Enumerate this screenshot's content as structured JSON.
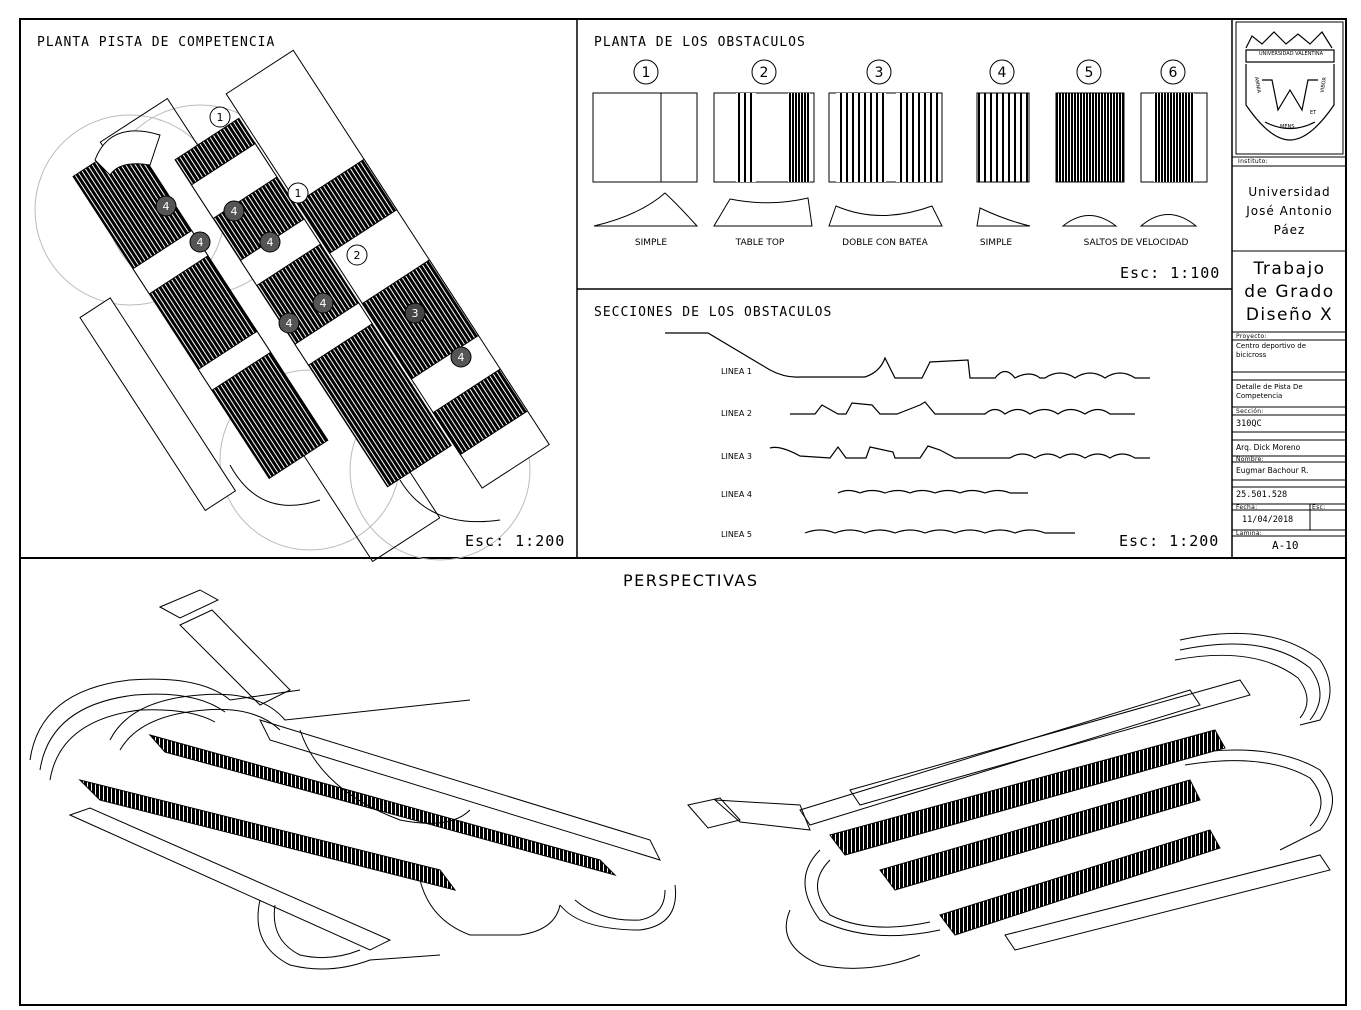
{
  "panels": {
    "planta_pista": {
      "title": "PLANTA PISTA DE COMPETENCIA",
      "scale": "Esc: 1:200",
      "markers": [
        "1",
        "1",
        "2",
        "3",
        "4",
        "4",
        "4",
        "4",
        "4",
        "4",
        "4"
      ]
    },
    "planta_obstaculos": {
      "title": "PLANTA DE LOS OBSTACULOS",
      "scale": "Esc: 1:100",
      "numbers": [
        "1",
        "2",
        "3",
        "4",
        "5",
        "6"
      ],
      "labels": [
        "SIMPLE",
        "TABLE TOP",
        "DOBLE CON BATEA",
        "SIMPLE",
        "SALTOS DE VELOCIDAD"
      ]
    },
    "secciones": {
      "title": "SECCIONES DE LOS OBSTACULOS",
      "scale": "Esc: 1:200",
      "lines": [
        "LINEA 1",
        "LINEA 2",
        "LINEA 3",
        "LINEA 4",
        "LINEA 5"
      ]
    },
    "perspectivas": {
      "title": "PERSPECTIVAS"
    }
  },
  "title_block": {
    "logo": {
      "top": "UNIVERSIDAD VALENTINA",
      "left": "AMNIA",
      "right": "VIBOR",
      "bottom": "MENS",
      "mid": "ET"
    },
    "instituto_label": "Instituto:",
    "instituto": [
      "Universidad",
      "José Antonio",
      "Páez"
    ],
    "trabajo": [
      "Trabajo",
      "de Grado",
      "Diseño X"
    ],
    "proyecto_label": "Proyecto:",
    "proyecto": [
      "Centro deportivo de",
      "bicicross"
    ],
    "detalle": [
      "Detalle de Pista De",
      "Competencia"
    ],
    "seccion_label": "Sección:",
    "seccion": "310QC",
    "profesor": "Arq. Dick Moreno",
    "nombre_label": "Nombre:",
    "nombre": "Eugmar Bachour R.",
    "cedula": "25.501.528",
    "fecha_label": "Fecha:",
    "fecha": "11/04/2018",
    "esc_label": "Esc:",
    "lamina_label": "Lamina:",
    "lamina": "A-10"
  }
}
